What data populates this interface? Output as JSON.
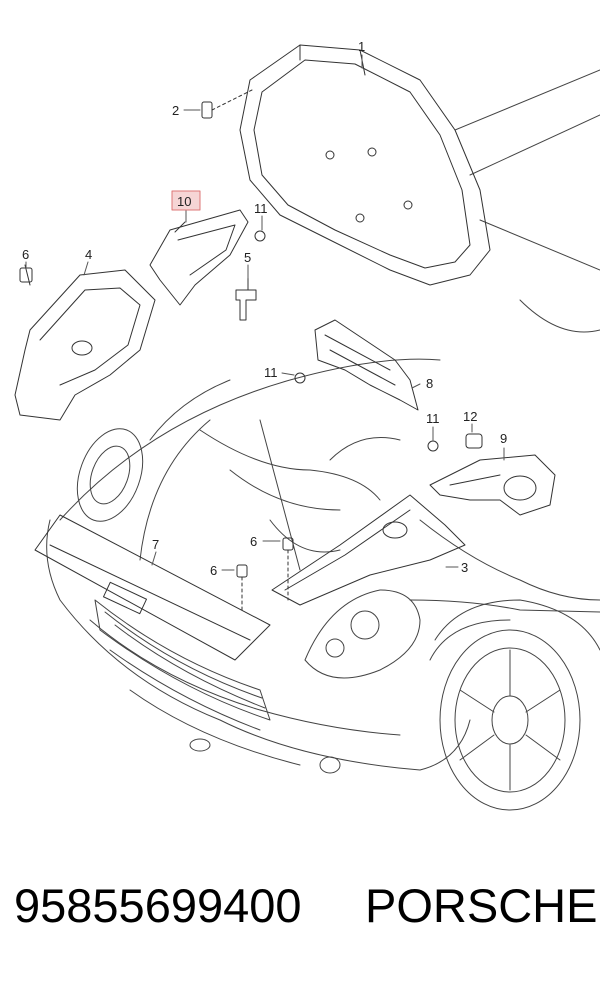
{
  "callouts": {
    "c1": "1",
    "c2": "2",
    "c3": "3",
    "c4": "4",
    "c5": "5",
    "c6a": "6",
    "c6b": "6",
    "c6c": "6",
    "c7": "7",
    "c8": "8",
    "c9": "9",
    "c10": "10",
    "c11a": "11",
    "c11b": "11",
    "c11c": "11",
    "c12": "12"
  },
  "highlight_color": "#f6d5d5",
  "footer": {
    "part_number": "95855699400",
    "brand": "PORSCHE"
  }
}
